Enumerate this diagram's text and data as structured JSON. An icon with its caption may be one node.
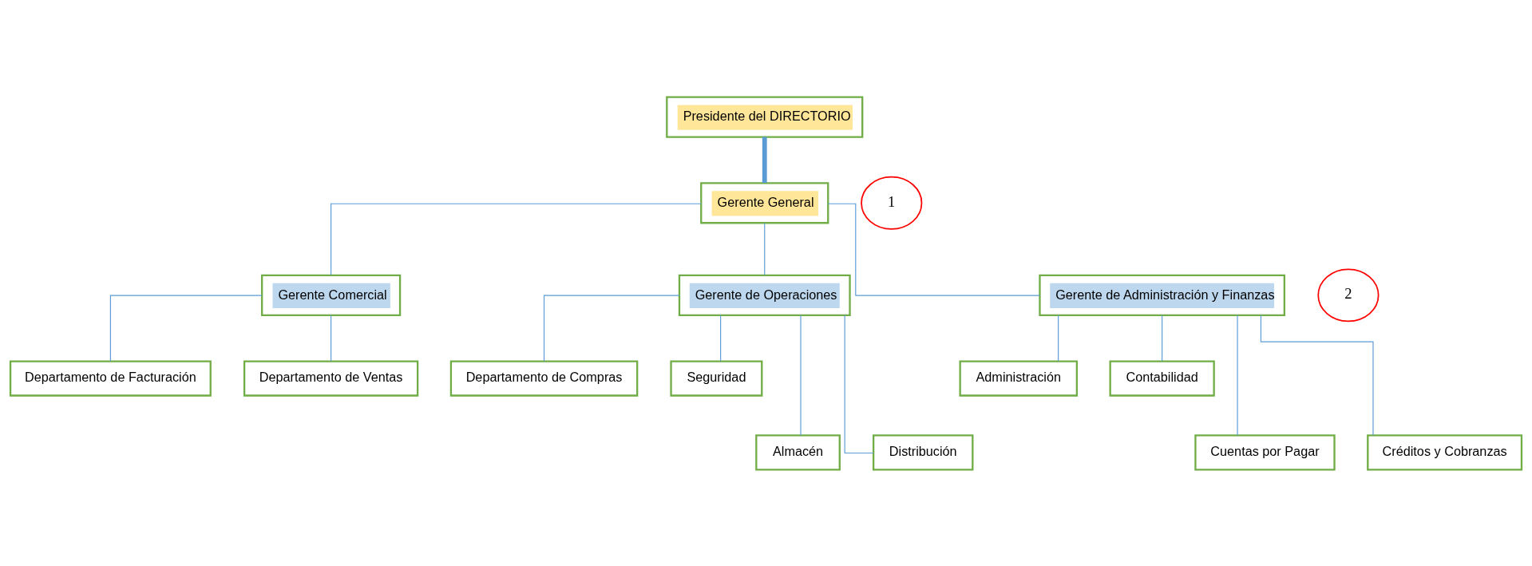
{
  "diagram": {
    "nodes": [
      {
        "text": [
          "Presidente del DIRECTORIO"
        ]
      },
      {
        "text": [
          "Gerente General"
        ]
      },
      {
        "text": [
          "Gerente Comercial"
        ]
      },
      {
        "text": [
          "Gerente de Operaciones"
        ]
      },
      {
        "text": [
          "Gerente de Administración y Finanzas"
        ]
      },
      {
        "text": [
          "Departamento de Facturación"
        ]
      },
      {
        "text": [
          "Departamento de Ventas"
        ]
      },
      {
        "text": [
          "Departamento de Compras"
        ]
      },
      {
        "text": [
          "Seguridad"
        ]
      },
      {
        "text": [
          "Almacén"
        ]
      },
      {
        "text": [
          "Distribución"
        ]
      },
      {
        "text": [
          "Administración"
        ]
      },
      {
        "text": [
          "Contabilidad"
        ]
      },
      {
        "text": [
          "Cuentas por Pagar"
        ]
      },
      {
        "text": [
          "Créditos y Cobranzas"
        ]
      },
      {
        "text": [
          "1"
        ]
      },
      {
        "text": [
          "2"
        ]
      }
    ],
    "edges": [
      {
        "from": 0,
        "to": 1,
        "arrow": "none",
        "style": "thick"
      },
      {
        "from": 1,
        "to": 2,
        "arrow": "none"
      },
      {
        "from": 1,
        "to": 3,
        "arrow": "none"
      },
      {
        "from": 1,
        "to": 4,
        "arrow": "none"
      },
      {
        "from": 2,
        "to": 5,
        "arrow": "none"
      },
      {
        "from": 2,
        "to": 6,
        "arrow": "none"
      },
      {
        "from": 3,
        "to": 7,
        "arrow": "none"
      },
      {
        "from": 3,
        "to": 8,
        "arrow": "none"
      },
      {
        "from": 3,
        "to": 9,
        "arrow": "none"
      },
      {
        "from": 3,
        "to": 10,
        "arrow": "none"
      },
      {
        "from": 4,
        "to": 11,
        "arrow": "none"
      },
      {
        "from": 4,
        "to": 12,
        "arrow": "none"
      },
      {
        "from": 4,
        "to": 13,
        "arrow": "none"
      },
      {
        "from": 4,
        "to": 14,
        "arrow": "none"
      }
    ]
  }
}
